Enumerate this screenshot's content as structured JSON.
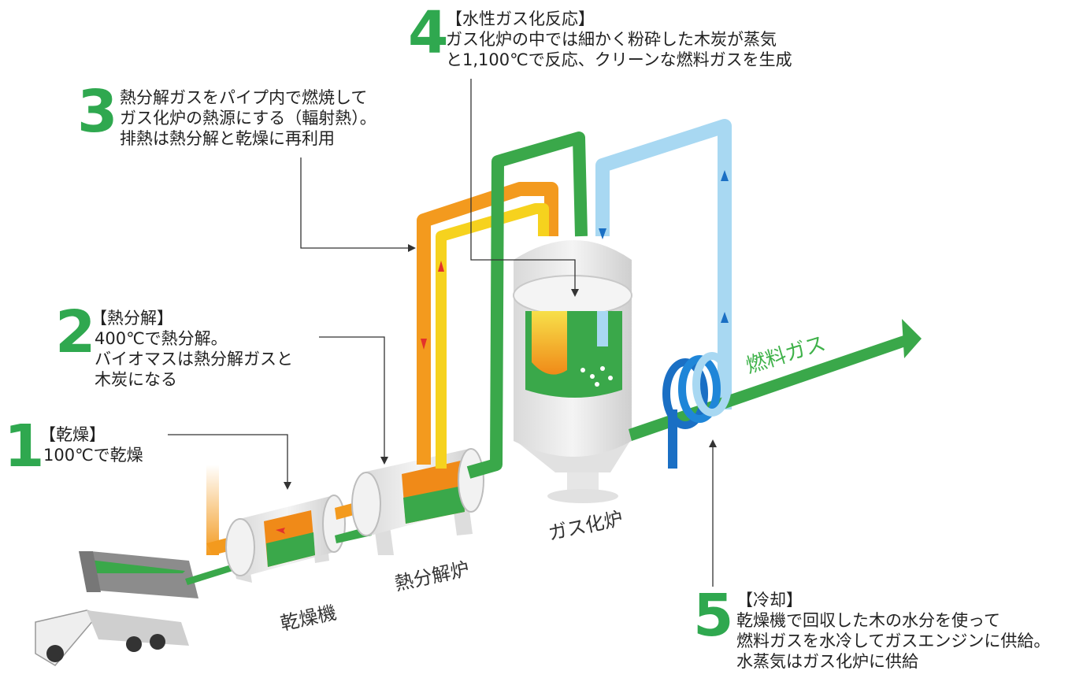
{
  "steps": [
    {
      "num": "1",
      "lines": [
        "【乾燥】",
        "100℃で乾燥"
      ]
    },
    {
      "num": "2",
      "lines": [
        "【熱分解】",
        "400℃で熱分解。",
        "バイオマスは熱分解ガスと",
        "木炭になる"
      ]
    },
    {
      "num": "3",
      "lines": [
        "熱分解ガスをパイプ内で燃焼して",
        "ガス化炉の熱源にする（輻射熱）。",
        "排熱は熱分解と乾燥に再利用"
      ]
    },
    {
      "num": "4",
      "lines": [
        "【水性ガス化反応】",
        "ガス化炉の中では細かく粉砕した木炭が蒸気",
        "と1,100℃で反応、クリーンな燃料ガスを生成"
      ]
    },
    {
      "num": "5",
      "lines": [
        "【冷却】",
        "乾燥機で回収した木の水分を使って",
        "燃料ガスを水冷してガスエンジンに供給。",
        "水蒸気はガス化炉に供給"
      ]
    }
  ],
  "labels": {
    "dryer": "乾燥機",
    "pyrolysis_furnace": "熱分解炉",
    "gasifier": "ガス化炉",
    "fuel_gas": "燃料ガス"
  },
  "colors": {
    "green": "#2fa84f",
    "orange": "#f39a1e",
    "yellow": "#f6d21e",
    "light_blue": "#9fd3f0",
    "blue": "#1a6fc4",
    "gray": "#e6e6e6"
  }
}
